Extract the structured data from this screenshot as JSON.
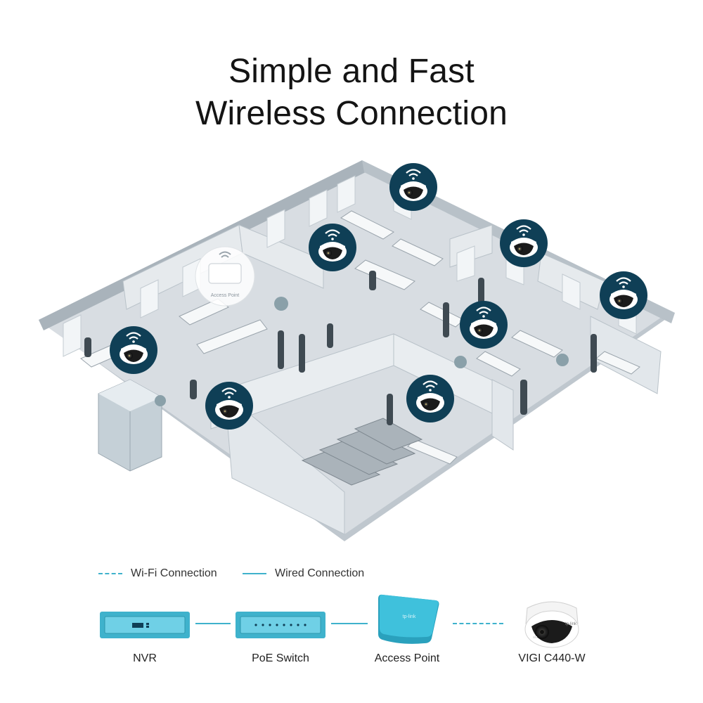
{
  "title": {
    "line1": "Simple and Fast",
    "line2": "Wireless Connection"
  },
  "scene": {
    "ap_label": "Access Point"
  },
  "legend": {
    "wifi": "Wi-Fi Connection",
    "wired": "Wired Connection"
  },
  "devices": {
    "nvr": "NVR",
    "switch": "PoE Switch",
    "ap": "Access Point",
    "camera": "VIGI C440-W"
  },
  "brand": {
    "logo": "tp-link"
  },
  "colors": {
    "accent": "#3fb2cc",
    "badge": "#0f3f56",
    "floor": "#c9d0d6",
    "wall": "#dde2e6"
  }
}
